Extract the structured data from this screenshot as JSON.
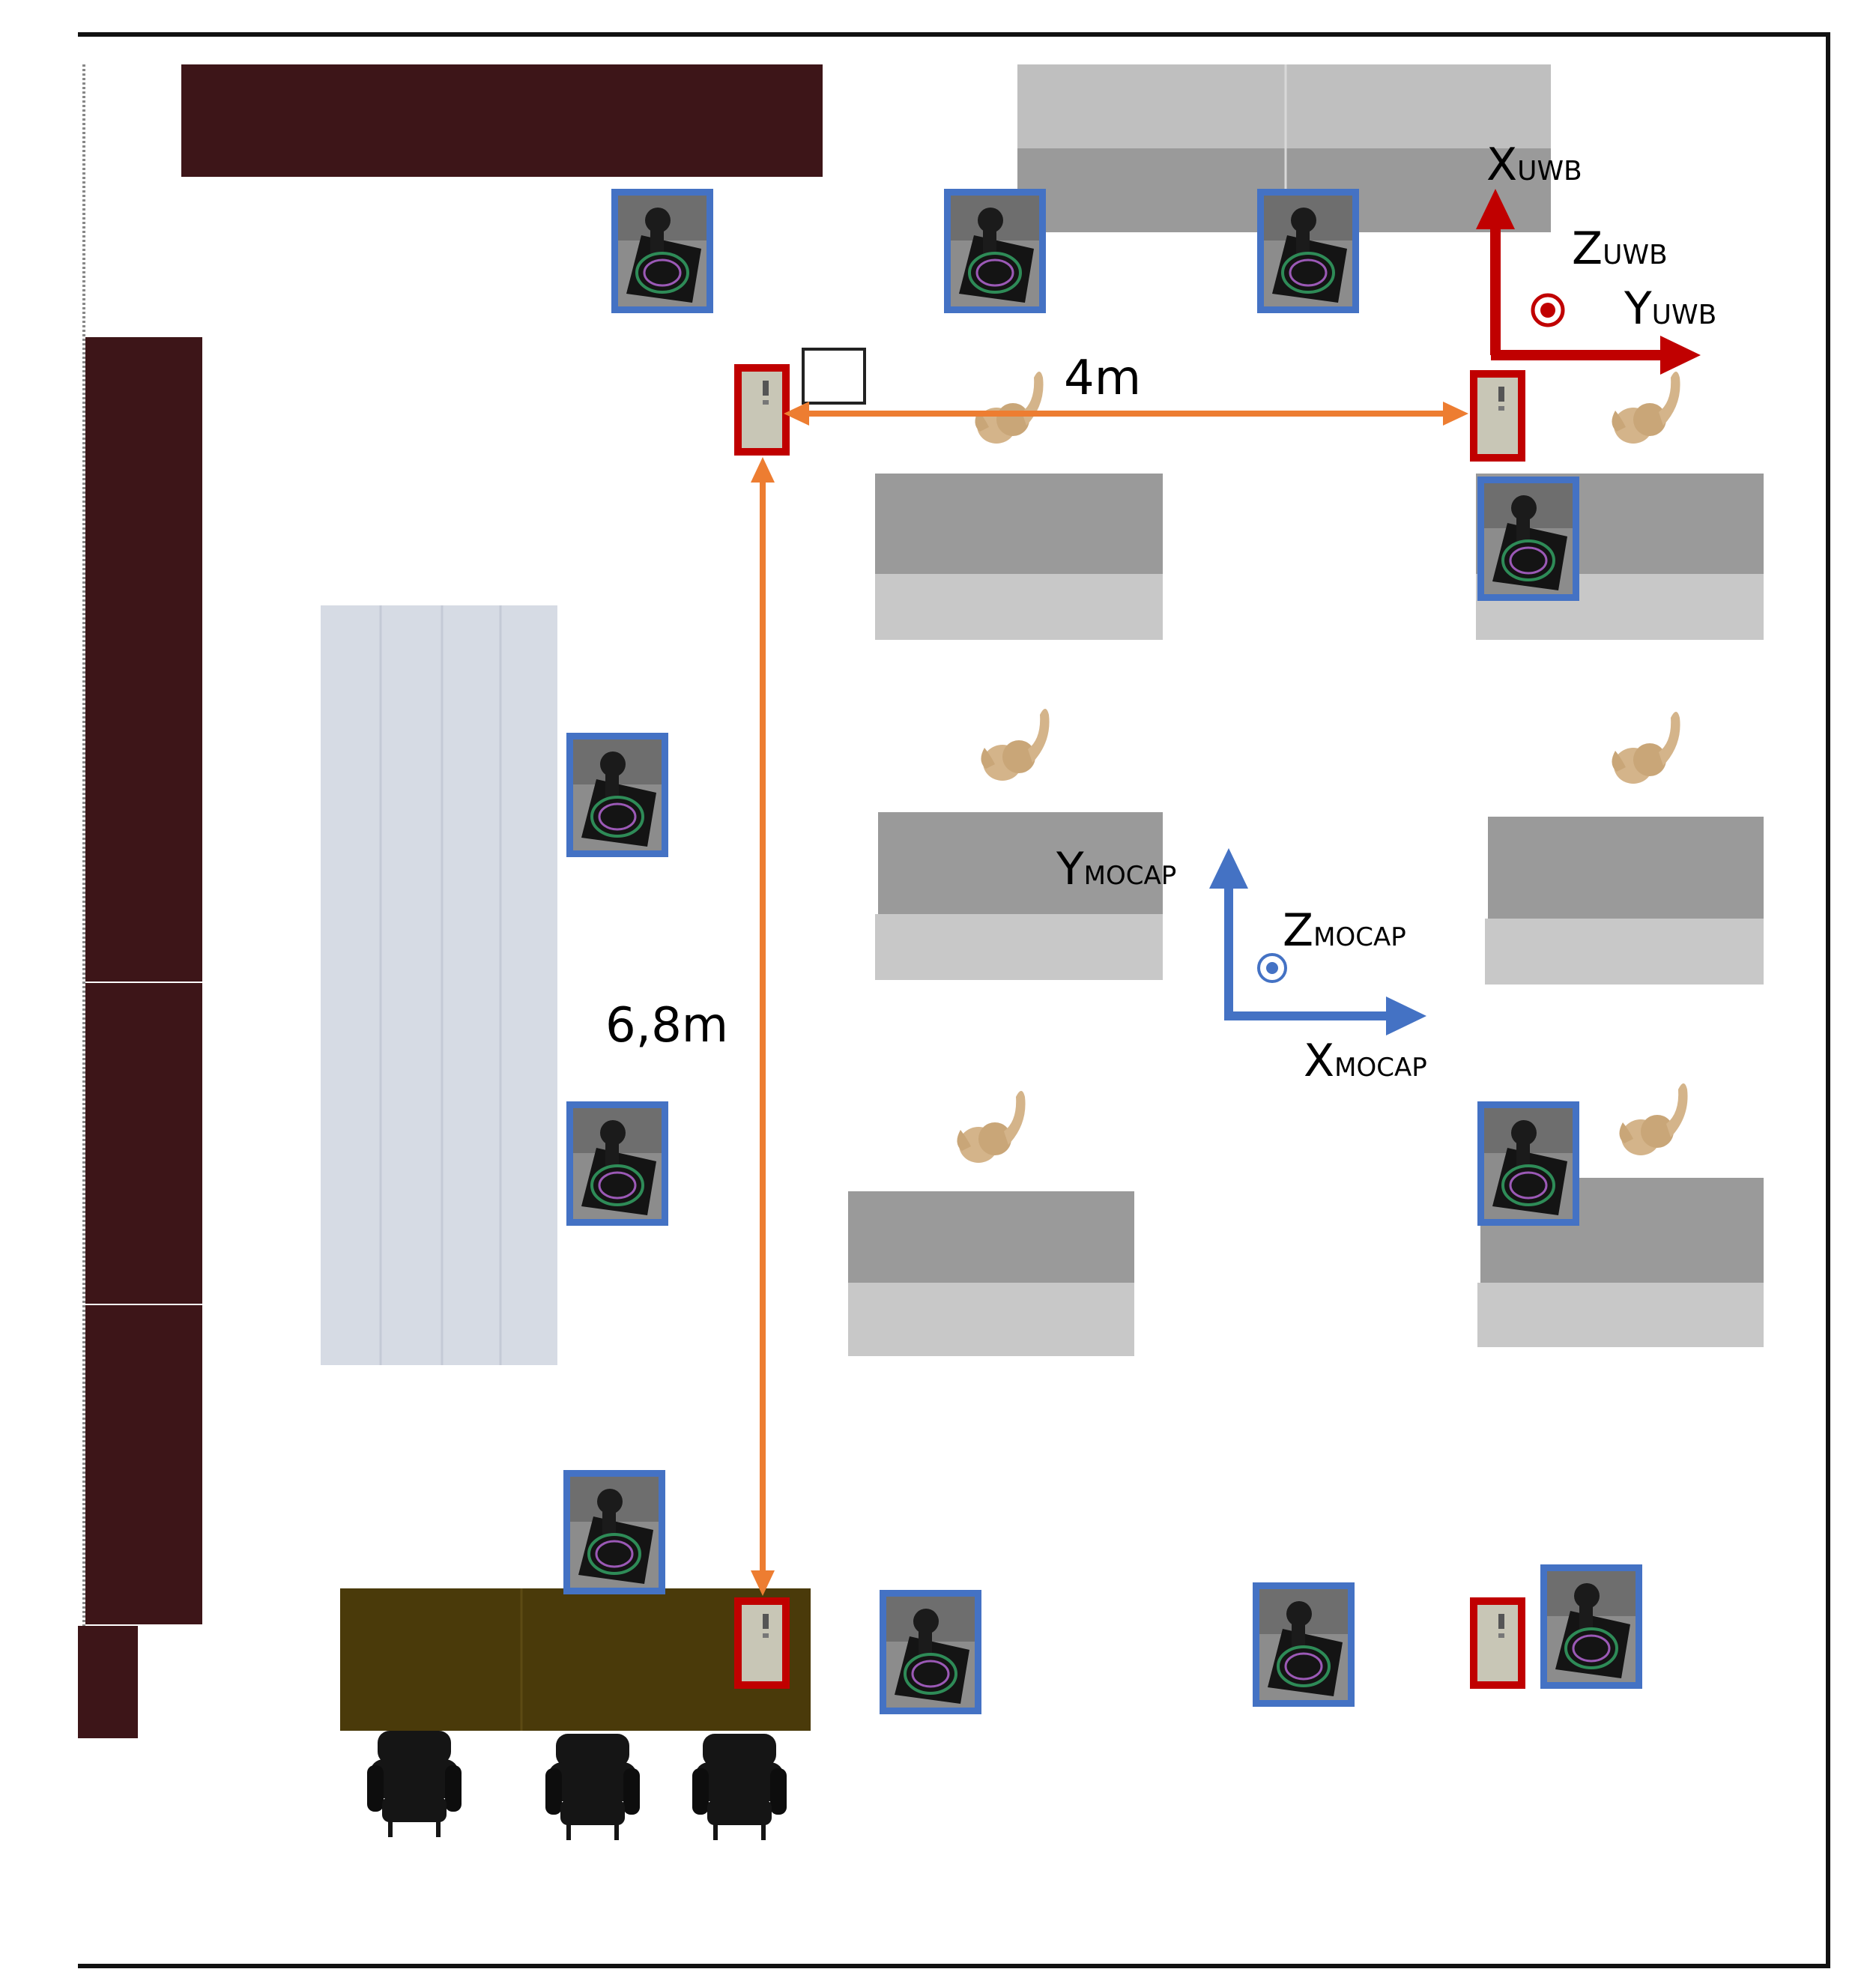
{
  "labels": {
    "dist_horizontal": "4m",
    "dist_vertical": "6,8m",
    "uwb_frame": {
      "x_main": "X",
      "x_sub": "UWB",
      "y_main": "Y",
      "y_sub": "UWB",
      "z_main": "Z",
      "z_sub": "UWB"
    },
    "mocap_frame": {
      "x_main": "X",
      "x_sub": "MOCAP",
      "y_main": "Y",
      "y_sub": "MOCAP",
      "z_main": "Z",
      "z_sub": "MOCAP"
    }
  },
  "legend_colors": {
    "uwb_anchor_outline": "#c00000",
    "mocap_camera_outline": "#4472c4",
    "uwb_axes": "#c00000",
    "mocap_axes": "#4472c4",
    "dimension_arrows": "#ed7d31",
    "wall_panels": "#3d1518",
    "front_desk": "#4a3a0a"
  }
}
